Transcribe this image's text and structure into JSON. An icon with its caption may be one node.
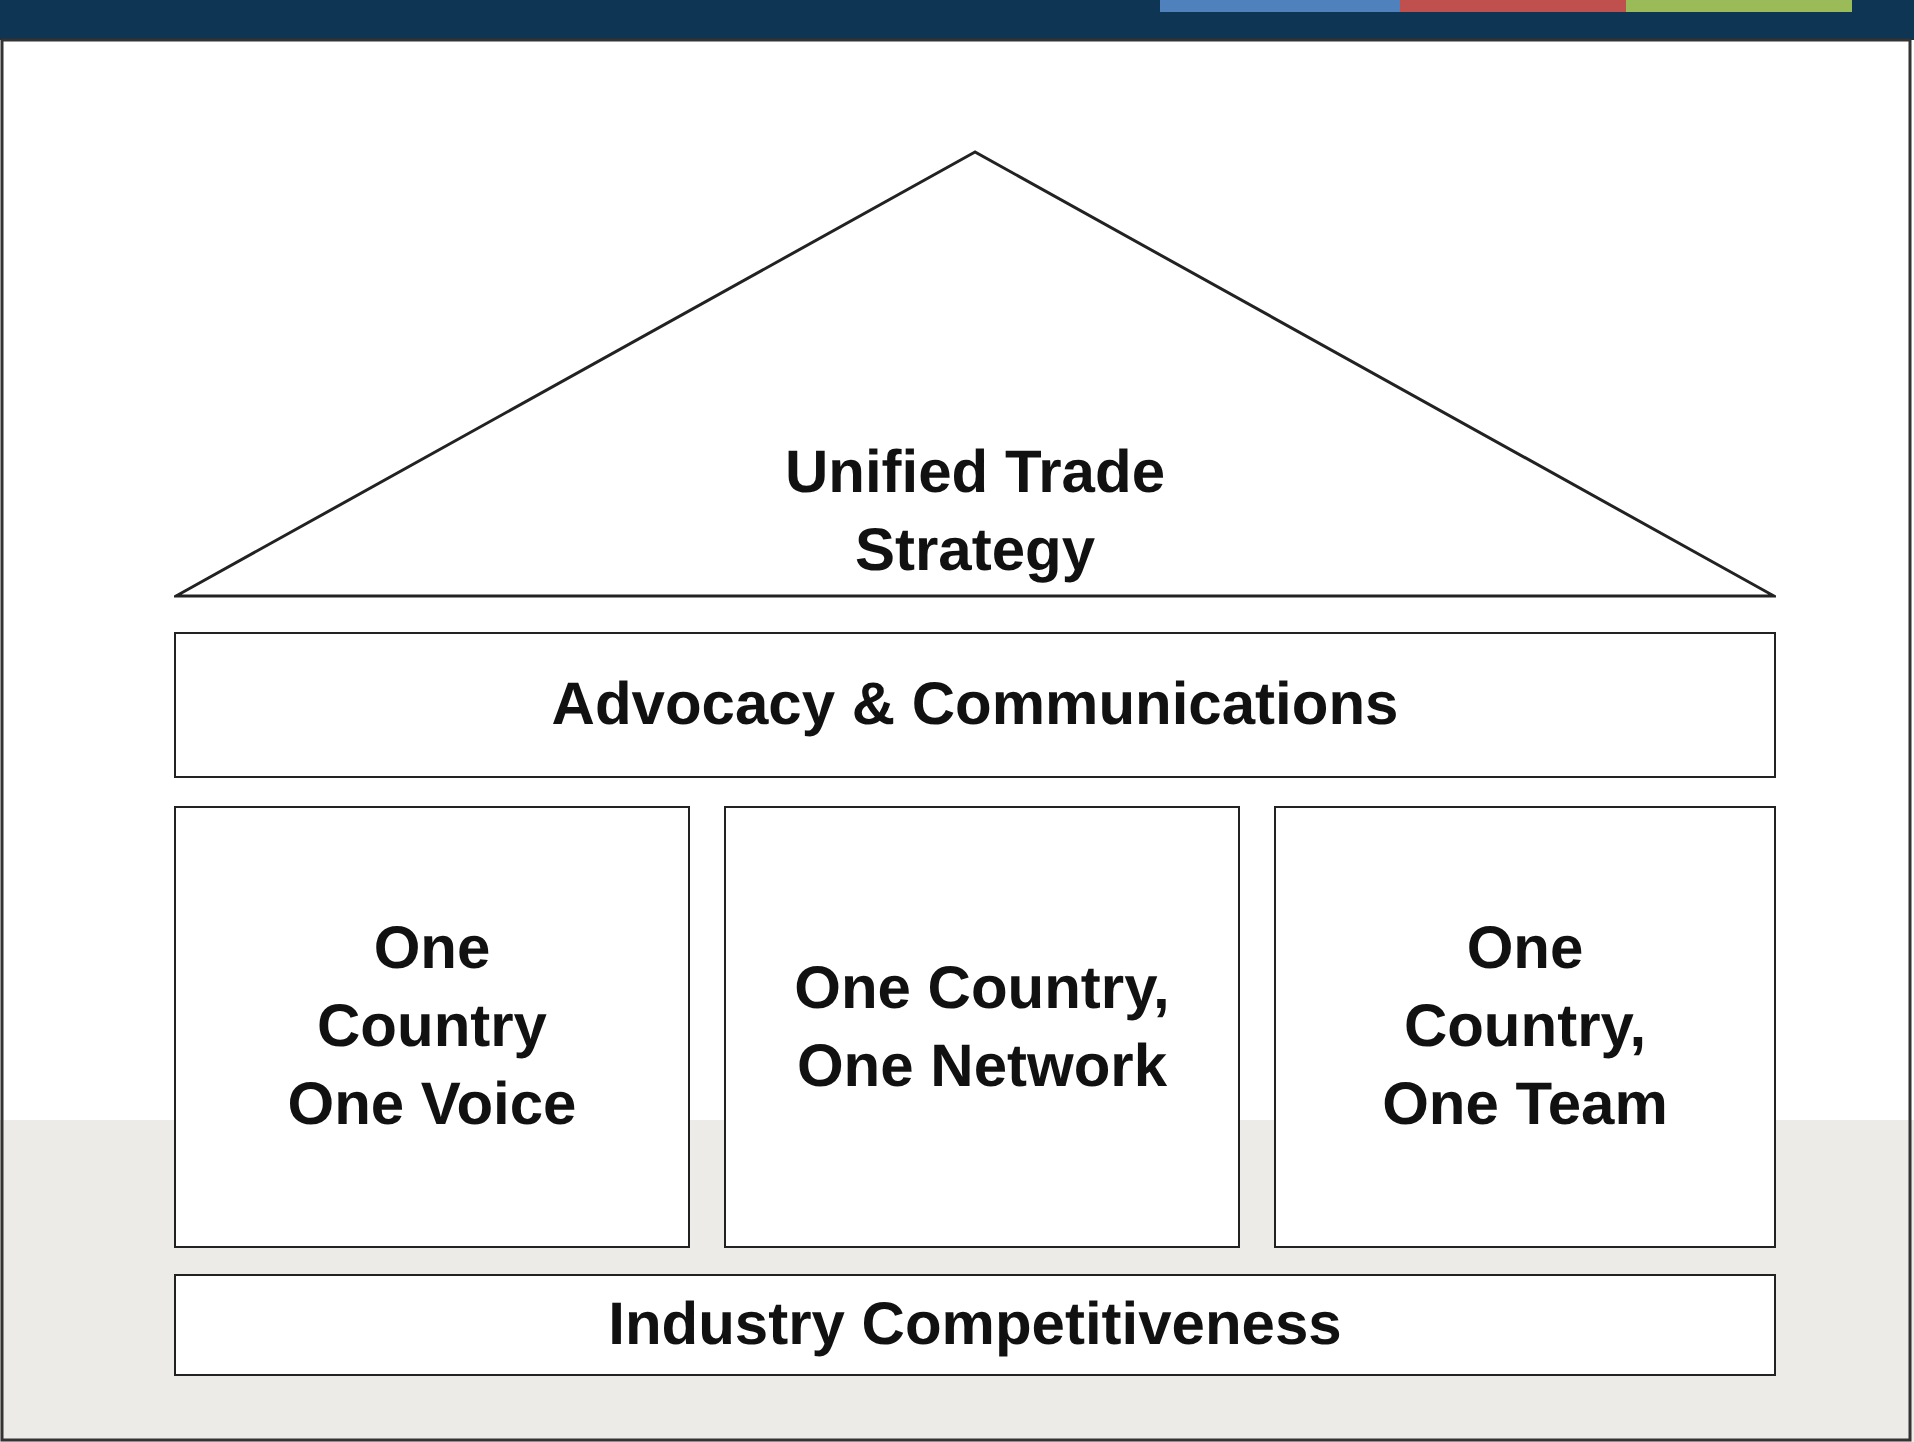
{
  "diagram": {
    "nodes": [
      {
        "text": [
          "Unified Trade Strategy"
        ]
      },
      {
        "text": [
          "Advocacy & Communications"
        ]
      },
      {
        "text": [
          "One Country One Voice"
        ]
      },
      {
        "text": [
          "One Country, One Network"
        ]
      },
      {
        "text": [
          "One Country, One Team"
        ]
      },
      {
        "text": [
          "Industry Competitiveness"
        ]
      }
    ]
  }
}
